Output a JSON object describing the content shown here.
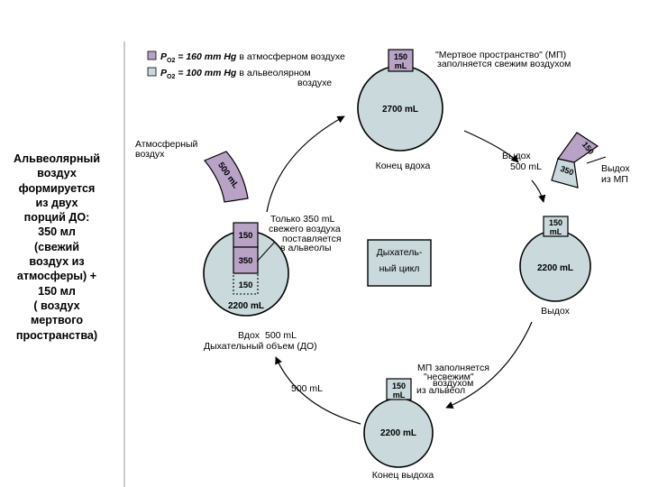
{
  "side_note": [
    "Альвеолярный",
    "воздух",
    "формируется",
    "из двух",
    "порций ДО:",
    "350 мл",
    "(свежий",
    "воздух из",
    "атмосферы) +",
    "150 мл",
    "( воздух",
    "мертвого",
    "пространства)"
  ],
  "legend": {
    "atm_label": "P",
    "atm_sub": "O2",
    "atm_value": " = 160 mm Hg",
    "atm_text": "в атмосферном воздухе",
    "alv_label": "P",
    "alv_sub": "O2",
    "alv_value": " = 100 mm Hg",
    "alv_text_1": "в альвеолярном",
    "alv_text_2": "воздухе",
    "colors": {
      "atmospheric": "#b8a3c7",
      "alveolar": "#c9d9dc"
    }
  },
  "top": {
    "deadspace_value": "150",
    "deadspace_unit": "mL",
    "note_1": "\"Мертвое пространство\" (МП)",
    "note_2": "заполняется свежим воздухом",
    "volume": "2700 mL",
    "caption": "Конец вдоха"
  },
  "left": {
    "atm_1": "Атмосферный",
    "atm_2": "воздух",
    "arc_value": "500 mL",
    "seg_top": "150",
    "seg_mid": "350",
    "seg_bottom": "150",
    "note_1": "Только 350 mL",
    "note_2": "свежего воздуха",
    "note_3": "поставляется",
    "note_4": "в альвеолы",
    "volume": "2200 mL",
    "cap_1a": "Вдох",
    "cap_1b": "500 mL",
    "cap_2": "Дыхательный объем (ДО)"
  },
  "center": {
    "line_1": "Дыхатель-",
    "line_2": "ный цикл"
  },
  "right": {
    "exhale_1": "Выдох",
    "exhale_2": "500 mL",
    "arc_top": "150",
    "arc_bottom": "350",
    "out_1": "Выдох",
    "out_2": "из МП",
    "deadspace_value": "150",
    "deadspace_unit": "mL",
    "volume": "2200 mL",
    "caption": "Выдох"
  },
  "bottom": {
    "note_1": "МП заполняется",
    "note_2": "\"несвежим\"",
    "note_3": "воздухом",
    "note_4": "из альвеол",
    "arrow_label": "500 mL",
    "deadspace_value": "150",
    "deadspace_unit": "mL",
    "volume": "2200 mL",
    "caption": "Конец выдоха"
  }
}
